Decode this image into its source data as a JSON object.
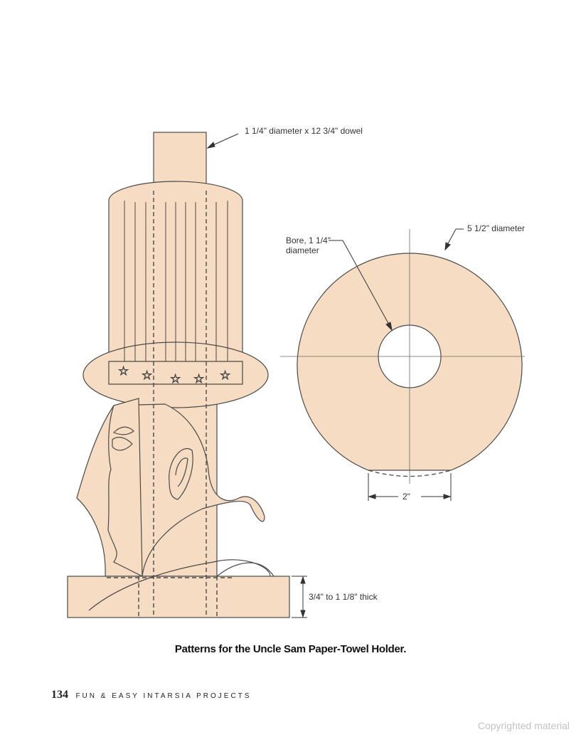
{
  "labels": {
    "dowel": "1 1/4\" diameter x 12 3/4\" dowel",
    "bore": "Bore, 1 1/4\"",
    "bore_line2": "diameter",
    "disk_diameter": "5 1/2\" diameter",
    "flat_width": "2\"",
    "thickness": "3/4\" to 1 1/8\" thick"
  },
  "caption": "Patterns for the Uncle Sam Paper-Towel Holder.",
  "footer": {
    "page_number": "134",
    "book_title": "FUN & EASY INTARSIA PROJECTS"
  },
  "watermark": "Copyrighted material",
  "colors": {
    "wood": "#f5dcc2",
    "line": "#4a4a4a",
    "text": "#333333"
  }
}
